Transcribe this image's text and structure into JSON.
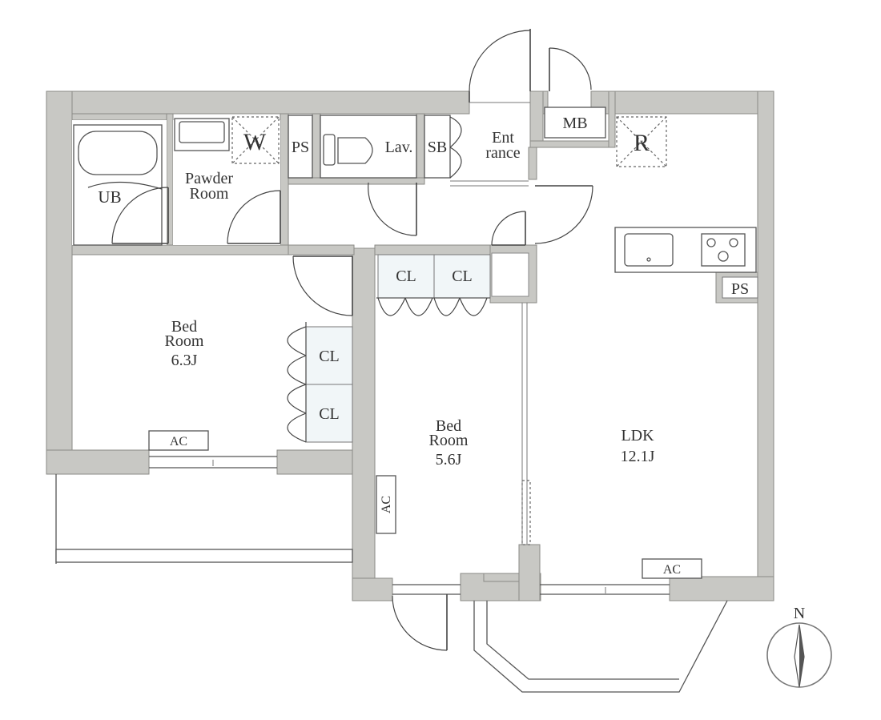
{
  "rooms": {
    "ub": "UB",
    "powder_line1": "Pawder",
    "powder_line2": "Room",
    "washer": "W",
    "ps_top": "PS",
    "lavatory": "Lav.",
    "shoe_box": "SB",
    "entrance_line1": "Ent",
    "entrance_line2": "rance",
    "meter_box": "MB",
    "refrigerator": "R",
    "ps_kitchen": "PS",
    "bedroom1_line1": "Bed",
    "bedroom1_line2": "Room",
    "bedroom1_size": "6.3J",
    "bedroom2_line1": "Bed",
    "bedroom2_line2": "Room",
    "bedroom2_size": "5.6J",
    "ldk_line1": "LDK",
    "ldk_size": "12.1J",
    "closet_a": "CL",
    "closet_b": "CL",
    "closet_c": "CL",
    "closet_d": "CL",
    "ac_bedroom1": "AC",
    "ac_bedroom2": "AC",
    "ac_ldk": "AC",
    "north": "N"
  },
  "colors": {
    "wall": "#c8c8c4",
    "closet_fill": "#f1f6f8",
    "ink": "#333333"
  }
}
